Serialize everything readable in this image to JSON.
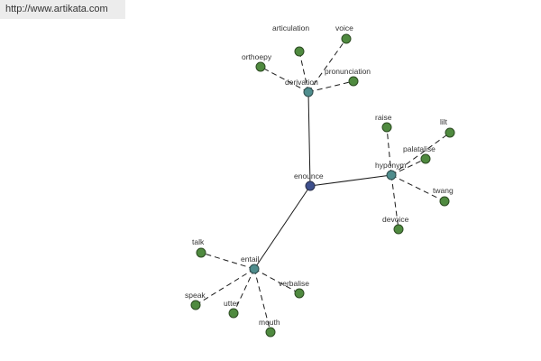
{
  "watermark": {
    "url": "http://www.artikata.com"
  },
  "root": "enounce",
  "groups": [
    {
      "relation": "derivation",
      "leaves": [
        "articulation",
        "voice",
        "orthoepy",
        "pronunciation"
      ]
    },
    {
      "relation": "hyponym",
      "leaves": [
        "raise",
        "lilt",
        "palatalise",
        "twang",
        "devoice"
      ]
    },
    {
      "relation": "entail",
      "leaves": [
        "talk",
        "speak",
        "utter",
        "mouth",
        "verbalise"
      ]
    }
  ],
  "colors": {
    "root_node": "#3d4f8c",
    "relation_node": "#4f8d8d",
    "leaf_node": "#4f8a3f",
    "edge": "#1a1a1a"
  }
}
